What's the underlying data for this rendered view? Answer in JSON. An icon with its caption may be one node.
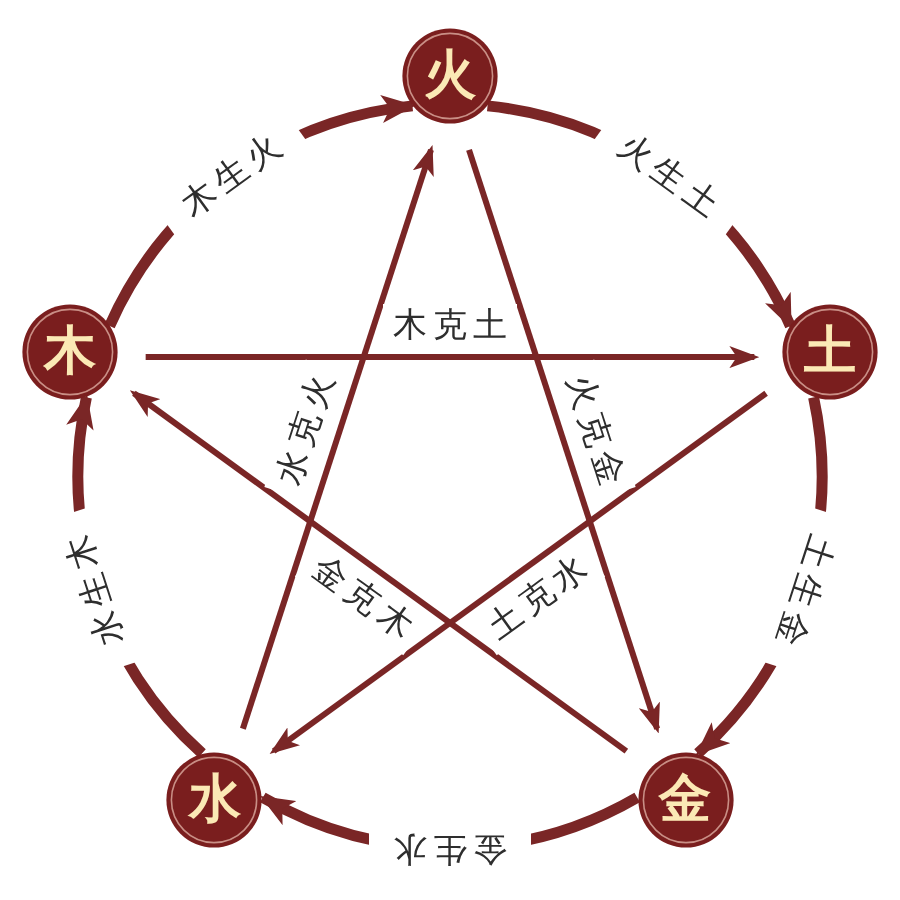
{
  "diagram": {
    "nodes": [
      {
        "text": [
          "火"
        ]
      },
      {
        "text": [
          "木"
        ]
      },
      {
        "text": [
          "土"
        ]
      },
      {
        "text": [
          "水"
        ]
      },
      {
        "text": [
          "金"
        ]
      }
    ],
    "edges": [
      {
        "from": 1,
        "to": 0,
        "arrow": "to",
        "label": "木生火",
        "style": "thick"
      },
      {
        "from": 0,
        "to": 2,
        "arrow": "to",
        "label": "火生土",
        "style": "thick"
      },
      {
        "from": 1,
        "to": 2,
        "arrow": "to",
        "label": "木克土"
      },
      {
        "from": 3,
        "to": 0,
        "arrow": "to",
        "label": "水克火"
      },
      {
        "from": 0,
        "to": 4,
        "arrow": "to",
        "label": "火克金"
      },
      {
        "from": 3,
        "to": 1,
        "arrow": "to",
        "label": "水生木",
        "style": "thick"
      },
      {
        "from": 2,
        "to": 4,
        "arrow": "to",
        "label": "土生金",
        "style": "thick"
      },
      {
        "from": 4,
        "to": 1,
        "arrow": "to",
        "label": "金克木"
      },
      {
        "from": 2,
        "to": 3,
        "arrow": "to",
        "label": "土克水"
      },
      {
        "from": 4,
        "to": 3,
        "arrow": "to",
        "label": "金生水",
        "style": "thick"
      }
    ]
  }
}
